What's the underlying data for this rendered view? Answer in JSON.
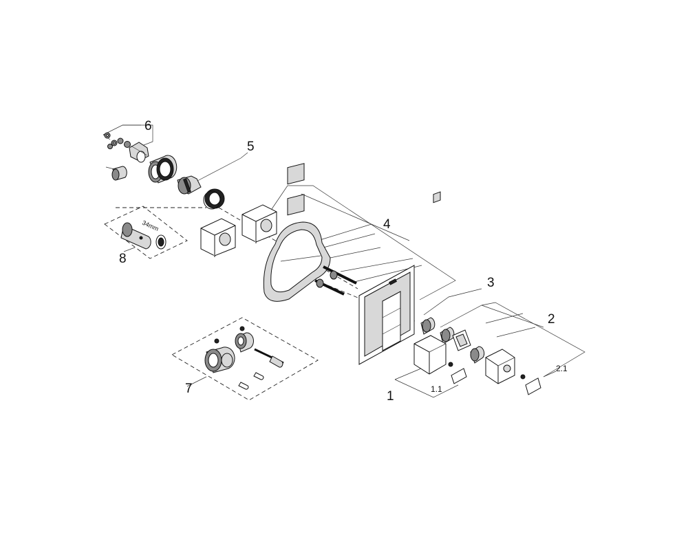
{
  "callouts": {
    "c1": "1",
    "c1_1": "1.1",
    "c2": "2",
    "c2_1": "2.1",
    "c3": "3",
    "c4": "4",
    "c5": "5",
    "c6": "6",
    "c7": "7",
    "c8": "8"
  },
  "dimension_label": "34mm"
}
